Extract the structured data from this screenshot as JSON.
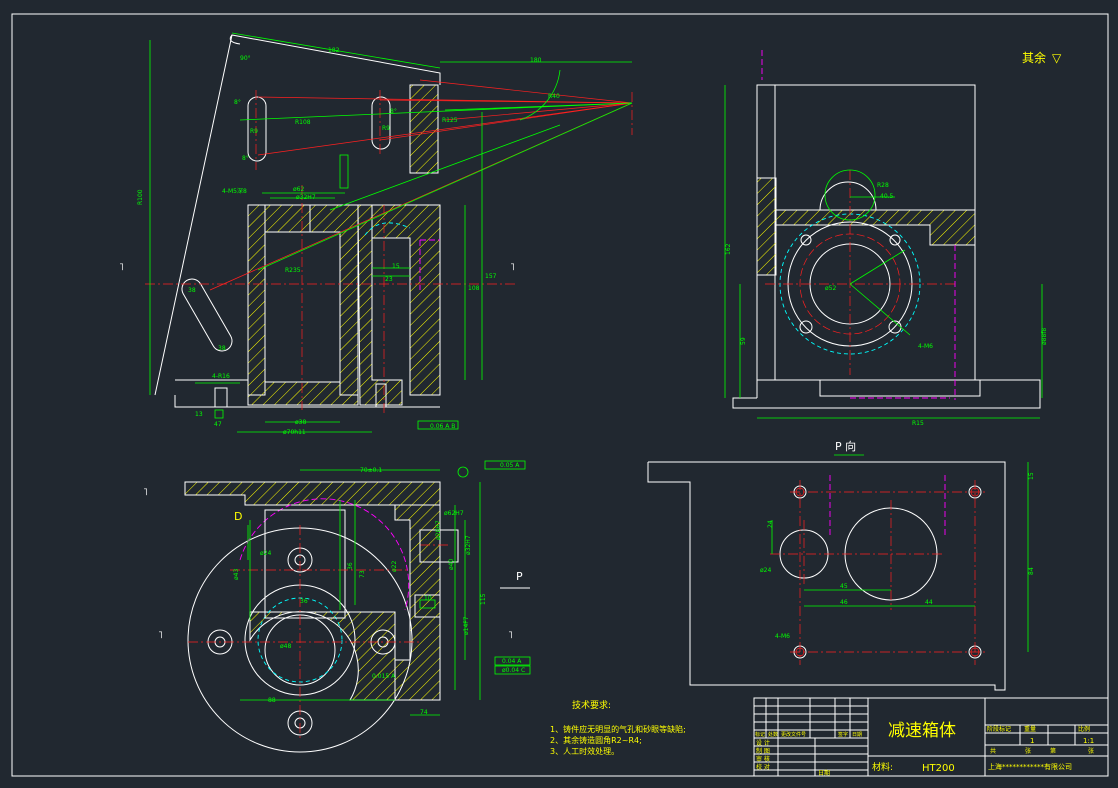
{
  "surface_finish": "其余",
  "view_label_p": "P 向",
  "arrow_label_p": "P",
  "section_label_d": "D",
  "tech_requirements": {
    "heading": "技术要求:",
    "items": [
      "1、铸件应无明显的气孔和砂眼等缺陷;",
      "2、其余铸造圆角R2~R4;",
      "3、人工时效处理。"
    ]
  },
  "title_block": {
    "part_name": "减速箱体",
    "material_label": "材料:",
    "material": "HT200",
    "company": "上海************有限公司",
    "stage_headers": [
      "阶段标记",
      "重量",
      "比例"
    ],
    "scale": "1:1",
    "quantity": "1",
    "sheet_row": [
      "共",
      "张",
      "第",
      "张"
    ],
    "sign_row": [
      "标记",
      "处数",
      "更改文件号",
      "签字",
      "日期"
    ],
    "roles": [
      "设 计",
      "制 图",
      "审 核",
      "校 对"
    ],
    "date_label": "日期"
  },
  "dims": {
    "top_left": [
      "182",
      "90°",
      "180",
      "R108",
      "R125",
      "R235",
      "R40",
      "R9",
      "R9",
      "8°",
      "8°",
      "8°",
      "R8",
      "38°",
      "38",
      "38",
      "4-M5深8",
      "ø62",
      "ø32H7",
      "10",
      "15",
      "23",
      "108",
      "157",
      "ø38",
      "ø70h11",
      "4-R16",
      "13",
      "47",
      "0.06 A B"
    ],
    "top_right": [
      "R28",
      "40.5",
      "ø52",
      "4-M6",
      "162",
      "59",
      "ø88f8",
      "R15"
    ],
    "bottom_left": [
      "70±0.1",
      "0.05 A",
      "ø62H7",
      "ø28H7",
      "ø32H7",
      "ø40",
      "36",
      "73",
      "ø22",
      "ø43",
      "115",
      "36",
      "88",
      "74",
      "10",
      "0.04 A",
      "ø0.04 C",
      "ø14F7",
      "ø24",
      "0.015 A",
      "ø48"
    ],
    "bottom_right": [
      "24",
      "45",
      "46",
      "44",
      "4-M6",
      "ø24",
      "84",
      "15"
    ]
  }
}
